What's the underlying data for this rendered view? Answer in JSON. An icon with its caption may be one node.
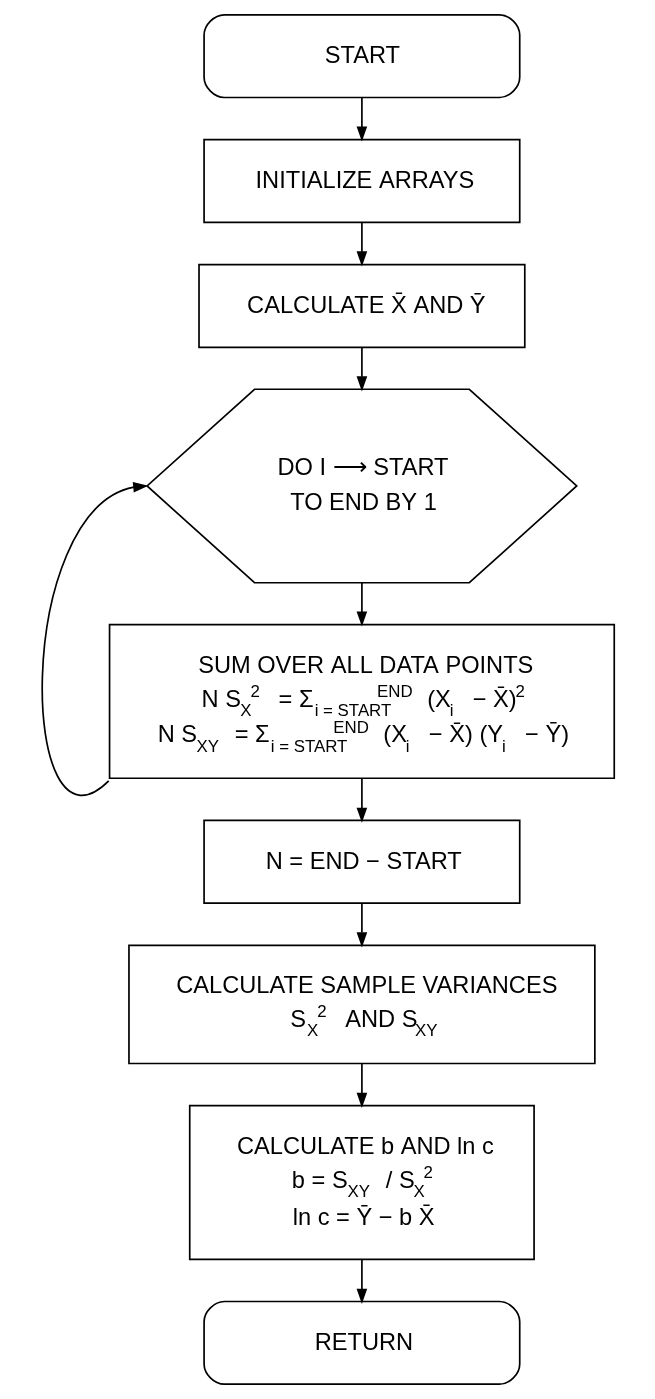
{
  "diagram": {
    "nodes": [
      {
        "text": [
          "START"
        ]
      },
      {
        "text": [
          "INITIALIZE ARRAYS"
        ]
      },
      {
        "text": [
          "CALCULATE X̄ AND Ȳ"
        ]
      },
      {
        "text": [
          "DO I ⟶ START",
          "TO END BY 1"
        ]
      },
      {
        "text": [
          "SUM OVER ALL DATA POINTS",
          "N S$_{X}$$^{2}$ = Σ$_{i = START}$$^{END}$ (X$_{i}$ − X̄)$^{2}$",
          "N S$_{XY}$ = Σ$_{i = START}$$^{END}$ (X$_{i}$ − X̄) (Y$_{i}$ − Ȳ)"
        ]
      },
      {
        "text": [
          "N = END − START"
        ]
      },
      {
        "text": [
          "CALCULATE SAMPLE VARIANCES",
          "S$_{X}$$^{2}$ AND S$_{XY}$"
        ]
      },
      {
        "text": [
          "CALCULATE b AND ln c",
          "b = S$_{XY}$ / S$_{X}$$^{2}$",
          "ln c = Ȳ − b X̄"
        ]
      },
      {
        "text": [
          "RETURN"
        ]
      }
    ],
    "edges": [
      {
        "from": 0,
        "to": 1,
        "arrow": "to"
      },
      {
        "from": 1,
        "to": 2,
        "arrow": "to"
      },
      {
        "from": 2,
        "to": 3,
        "arrow": "to"
      },
      {
        "from": 3,
        "to": 4,
        "arrow": "to"
      },
      {
        "from": 4,
        "to": 5,
        "arrow": "to"
      },
      {
        "from": 4,
        "to": 3,
        "arrow": "to"
      },
      {
        "from": 5,
        "to": 6,
        "arrow": "to"
      },
      {
        "from": 6,
        "to": 7,
        "arrow": "to"
      },
      {
        "from": 7,
        "to": 8,
        "arrow": "to"
      }
    ]
  }
}
